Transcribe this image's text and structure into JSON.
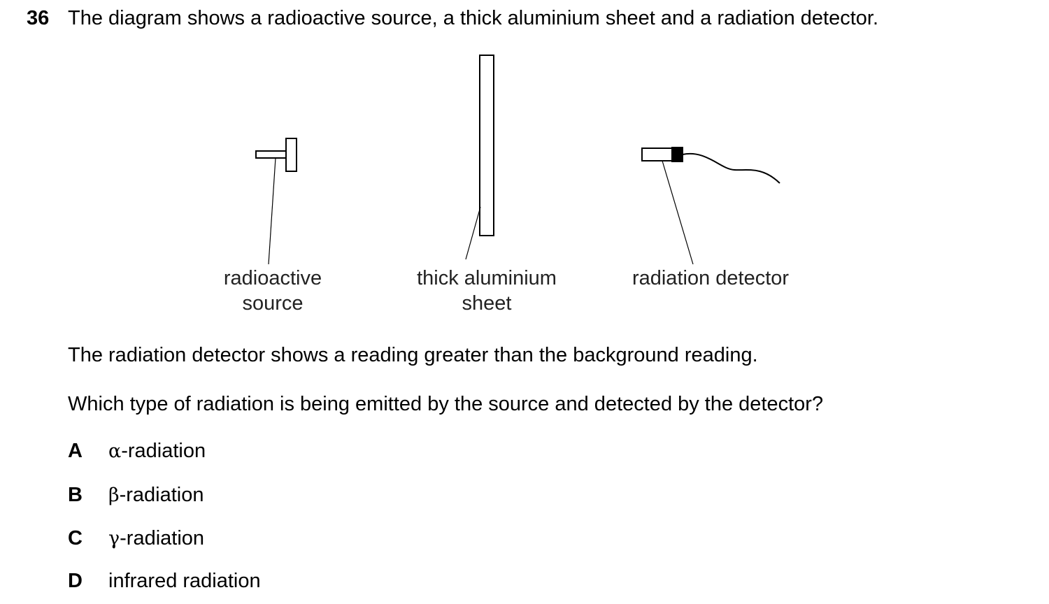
{
  "question": {
    "number": "36",
    "stem": "The diagram shows a radioactive source, a thick aluminium sheet and a radiation detector."
  },
  "diagram": {
    "labels": {
      "source_line1": "radioactive",
      "source_line2": "source",
      "sheet_line1": "thick aluminium",
      "sheet_line2": "sheet",
      "detector": "radiation detector"
    },
    "stroke_color": "#000000"
  },
  "body": {
    "statement": "The radiation detector shows a reading greater than the background reading.",
    "prompt": "Which type of radiation is being emitted by the source and detected by the detector?"
  },
  "options": [
    {
      "letter": "A",
      "symbol": "α",
      "text": "-radiation"
    },
    {
      "letter": "B",
      "symbol": "β",
      "text": "-radiation"
    },
    {
      "letter": "C",
      "symbol": "γ",
      "text": "-radiation"
    },
    {
      "letter": "D",
      "symbol": "",
      "text": "infrared radiation"
    }
  ]
}
